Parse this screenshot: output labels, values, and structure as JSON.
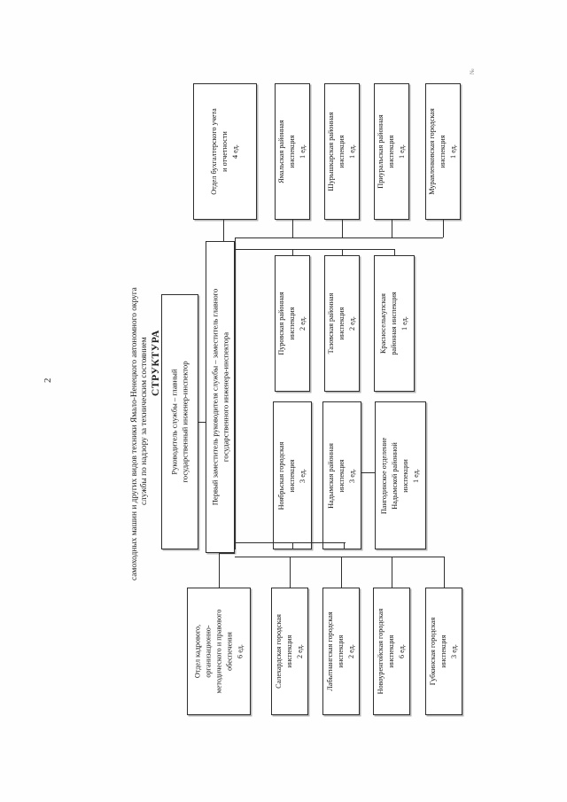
{
  "document": {
    "page_number": "2",
    "corner_mark": "№"
  },
  "title": {
    "line1": "СТРУКТУРА",
    "line2": "службы по надзору за техническим состоянием",
    "line3": "самоходных машин и других видов техники  Ямало-Ненецкого автономного округа"
  },
  "chart_data": {
    "type": "diagram",
    "title": "СТРУКТУРА службы по надзору за техническим состоянием самоходных машин и других видов техники Ямало-Ненецкого автономного округа",
    "orientation": "rotated-90-landscape",
    "nodes": [
      {
        "id": "head",
        "role": "root",
        "lines": [
          "Руководитель службы – главный",
          "государственный инженер-инспектор"
        ],
        "units": null
      },
      {
        "id": "deputy",
        "role": "deputy",
        "lines": [
          "Первый заместитель руководителя службы – заместитель главного",
          "государственного инженера-инспектора"
        ],
        "units": null
      },
      {
        "id": "accounting",
        "role": "department",
        "lines": [
          "Отдел бухгалтерского учета",
          "и отчетности",
          "4 ед."
        ],
        "units": 4
      },
      {
        "id": "hr",
        "role": "department",
        "lines": [
          "Отдел кадрового,",
          "организационно-",
          "методического и правового",
          "обеспечения",
          "6 ед."
        ],
        "units": 6
      },
      {
        "id": "yamal",
        "role": "inspection",
        "lines": [
          "Ямальская районная",
          "инспекция",
          "1 ед."
        ],
        "units": 1
      },
      {
        "id": "shuryshkar",
        "role": "inspection",
        "lines": [
          "Шурышкарская районная",
          "инспекция",
          "1 ед."
        ],
        "units": 1
      },
      {
        "id": "priural",
        "role": "inspection",
        "lines": [
          "Приуральская районная",
          "инспекция",
          "1 ед."
        ],
        "units": 1
      },
      {
        "id": "muravlenko",
        "role": "inspection",
        "lines": [
          "Муравленковская городская",
          "инспекция",
          "1 ед."
        ],
        "units": 1
      },
      {
        "id": "purov",
        "role": "inspection",
        "lines": [
          "Пуровская районная",
          "инспекция",
          "2 ед."
        ],
        "units": 2
      },
      {
        "id": "tazov",
        "role": "inspection",
        "lines": [
          "Тазовская районная",
          "инспекция",
          "2 ед."
        ],
        "units": 2
      },
      {
        "id": "krasnoselkup",
        "role": "inspection",
        "lines": [
          "Красноселькупская",
          "районная инспекция",
          "1 ед."
        ],
        "units": 1
      },
      {
        "id": "noyabrsk",
        "role": "inspection",
        "lines": [
          "Ноябрьская городская",
          "инспекция",
          "3 ед."
        ],
        "units": 3
      },
      {
        "id": "nadym",
        "role": "inspection",
        "lines": [
          "Надымская районная",
          "инспекция",
          "3 ед."
        ],
        "units": 3
      },
      {
        "id": "pangody",
        "role": "branch",
        "lines": [
          "Пангодинское отделение",
          "Надымской районной",
          "инспекции",
          "1 ед."
        ],
        "units": 1
      },
      {
        "id": "salekhard",
        "role": "inspection",
        "lines": [
          "Салехардская городская",
          "инспекция",
          "2 ед."
        ],
        "units": 2
      },
      {
        "id": "labytnangi",
        "role": "inspection",
        "lines": [
          "Лабытнангская городская",
          "инспекция",
          "2 ед."
        ],
        "units": 2
      },
      {
        "id": "novourengoy",
        "role": "inspection",
        "lines": [
          "Новоуренгойская городская",
          "инспекция",
          "6 ед."
        ],
        "units": 6
      },
      {
        "id": "gubkinsky",
        "role": "inspection",
        "lines": [
          "Губкинская городская",
          "инспекция",
          "3 ед."
        ],
        "units": 3
      }
    ],
    "edges": [
      {
        "from": "head",
        "to": "deputy"
      },
      {
        "from": "deputy",
        "to": "accounting"
      },
      {
        "from": "deputy",
        "to": "yamal"
      },
      {
        "from": "deputy",
        "to": "shuryshkar"
      },
      {
        "from": "deputy",
        "to": "priural"
      },
      {
        "from": "deputy",
        "to": "muravlenko"
      },
      {
        "from": "deputy",
        "to": "purov"
      },
      {
        "from": "deputy",
        "to": "tazov"
      },
      {
        "from": "deputy",
        "to": "krasnoselkup"
      },
      {
        "from": "deputy",
        "to": "noyabrsk"
      },
      {
        "from": "deputy",
        "to": "nadym"
      },
      {
        "from": "nadym",
        "to": "pangody"
      },
      {
        "from": "deputy",
        "to": "hr"
      },
      {
        "from": "deputy",
        "to": "salekhard"
      },
      {
        "from": "deputy",
        "to": "labytnangi"
      },
      {
        "from": "deputy",
        "to": "novourengoy"
      },
      {
        "from": "deputy",
        "to": "gubkinsky"
      }
    ]
  },
  "nodes": {
    "head": "Руководитель службы – главный\nгосударственный инженер-инспектор",
    "deputy": "Первый заместитель руководителя службы – заместитель главного\nгосударственного инженера-инспектора",
    "accounting": "Отдел бухгалтерского учета\nи отчетности\n4 ед.",
    "hr": "Отдел кадрового,\nорганизационно-\nметодического и правового\nобеспечения\n6 ед.",
    "yamal": "Ямальская районная\nинспекция\n1 ед.",
    "shuryshkar": "Шурышкарская районная\nинспекция\n1 ед.",
    "priural": "Приуральская районная\nинспекция\n1 ед.",
    "muravlenko": "Муравленковская городская\nинспекция\n1 ед.",
    "purov": "Пуровская районная\nинспекция\n2 ед.",
    "tazov": "Тазовская районная\nинспекция\n2 ед.",
    "krasnoselkup": "Красноселькупская\nрайонная инспекция\n1 ед.",
    "noyabrsk": "Ноябрьская городская\nинспекция\n3 ед.",
    "nadym": "Надымская районная\nинспекция\n3 ед.",
    "pangody": "Пангодинское отделение\nНадымской районной\nинспекции\n1 ед.",
    "salekhard": "Салехардская городская\nинспекция\n2 ед.",
    "labytnangi": "Лабытнангская городская\nинспекция\n2 ед.",
    "novourengoy": "Новоуренгойская городская\nинспекция\n6 ед.",
    "gubkinsky": "Губкинская городская\nинспекция\n3 ед."
  }
}
